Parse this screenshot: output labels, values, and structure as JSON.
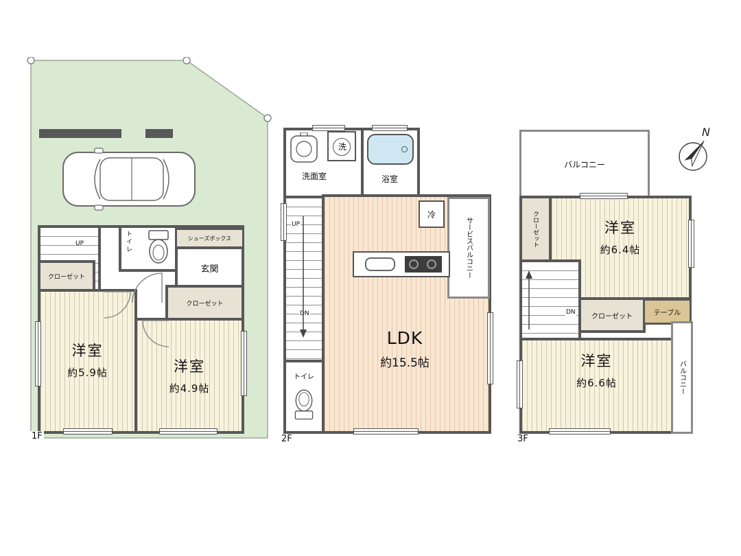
{
  "compass": {
    "north_label": "N"
  },
  "floor1": {
    "label": "1F",
    "up": "UP",
    "toilet": "トイレ",
    "shoes_box": "シューズボックス",
    "entrance": "玄関",
    "closet_left": "クローゼット",
    "closet_right": "クローゼット",
    "room_a": {
      "name": "洋室",
      "size": "約5.9帖"
    },
    "room_b": {
      "name": "洋室",
      "size": "約4.9帖"
    }
  },
  "floor2": {
    "label": "2F",
    "washroom": "洗面室",
    "washer": "洗",
    "bathroom": "浴室",
    "up": "UP",
    "down": "DN",
    "fridge": "冷",
    "service_balcony": "サービスバルコニー",
    "ldk": {
      "name": "LDK",
      "size": "約15.5帖"
    },
    "toilet": "トイレ"
  },
  "floor3": {
    "label": "3F",
    "balcony_top": "バルコニー",
    "closet_left": "クローゼット",
    "room_a": {
      "name": "洋室",
      "size": "約6.4帖"
    },
    "down": "DN",
    "closet_mid": "クローゼット",
    "table": "テーブル",
    "room_b": {
      "name": "洋室",
      "size": "約6.6帖"
    },
    "balcony_right": "バルコニー"
  },
  "colors": {
    "wall": "#585858",
    "lot_green": "#d9e9d2",
    "tatami_floor": "#f8f3de",
    "ldk_floor": "#f9e7d3",
    "closet": "#e7e2d4",
    "table": "#dbc596",
    "bathtub": "#cfe7f3"
  }
}
